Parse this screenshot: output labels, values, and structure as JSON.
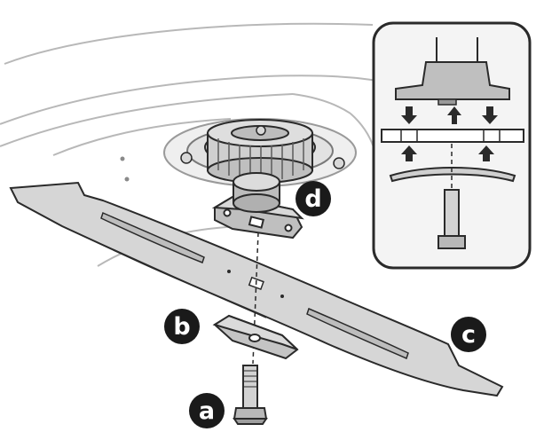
{
  "callouts": {
    "a": "a",
    "b": "b",
    "c": "c",
    "d": "d"
  },
  "colors": {
    "line": "#2a2a2a",
    "blade_fill": "#d6d6d6",
    "part_fill": "#bdbdbd",
    "hub_fill": "#cfcfcf",
    "callout_fill": "#1a1a1a",
    "callout_text": "#ffffff",
    "deck_line": "#b8b8b8",
    "inset_bg": "#f4f4f4"
  }
}
